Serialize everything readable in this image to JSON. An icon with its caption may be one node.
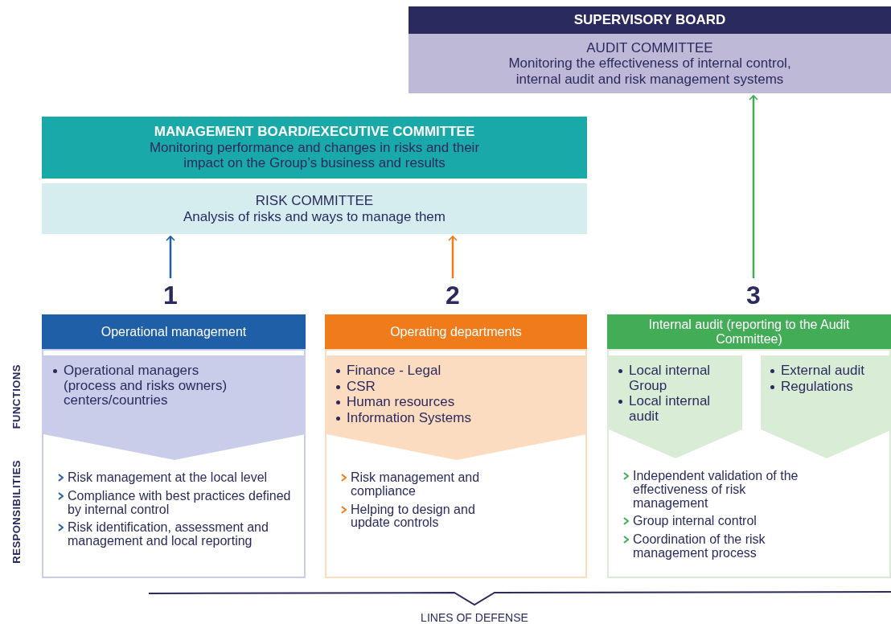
{
  "diagram": {
    "nodes": [
      {
        "text": [
          "SUPERVISORY BOARD"
        ]
      },
      {
        "text": [
          "AUDIT COMMITTEE",
          "Monitoring the effectiveness of internal control, internal audit and risk management systems"
        ]
      },
      {
        "text": [
          "MANAGEMENT BOARD/EXECUTIVE COMMITTEE",
          "Monitoring performance and changes in risks and their impact on the Group’s business and results"
        ]
      },
      {
        "text": [
          "RISK COMMITTEE",
          "Analysis of risks and ways to manage them"
        ]
      },
      {
        "text": [
          "1"
        ]
      },
      {
        "text": [
          "2"
        ]
      },
      {
        "text": [
          "3"
        ]
      },
      {
        "text": [
          "Operational management"
        ]
      },
      {
        "text": [
          "Risk management at the local level",
          "Compliance with best practices defined by internal control",
          "Risk identification, assessment and management and local reporting"
        ]
      },
      {
        "text": [
          "Operational managers (process and risks owners) centers/countries"
        ],
        "in": 8
      },
      {
        "text": [
          "Operating departments"
        ]
      },
      {
        "text": [
          "Risk management and compliance",
          "Helping to design and update controls"
        ]
      },
      {
        "text": [
          "Finance - Legal",
          "CSR",
          "Human resources",
          "Information Systems"
        ],
        "in": 11
      },
      {
        "text": [
          "Internal audit (reporting to the Audit Committee)"
        ]
      },
      {
        "text": [
          "Independent validation of the effectiveness of risk management",
          "Group internal control",
          "Coordination of the risk management process"
        ]
      },
      {
        "text": [
          "Local internal Group",
          "Local internal audit"
        ],
        "in": 14
      },
      {
        "text": [
          "External audit",
          "Regulations"
        ],
        "in": 14
      }
    ],
    "edges": [
      {
        "from": 4,
        "to": 3,
        "arrow": "to",
        "color": "#1f5fa8"
      },
      {
        "from": 5,
        "to": 3,
        "arrow": "to",
        "color": "#ef7b1a"
      },
      {
        "from": 6,
        "to": 1,
        "arrow": "to",
        "color": "#43ac57"
      }
    ],
    "labels": [
      "FUNCTIONS",
      "RESPONSIBILITIES",
      "LINES OF DEFENSE"
    ]
  }
}
